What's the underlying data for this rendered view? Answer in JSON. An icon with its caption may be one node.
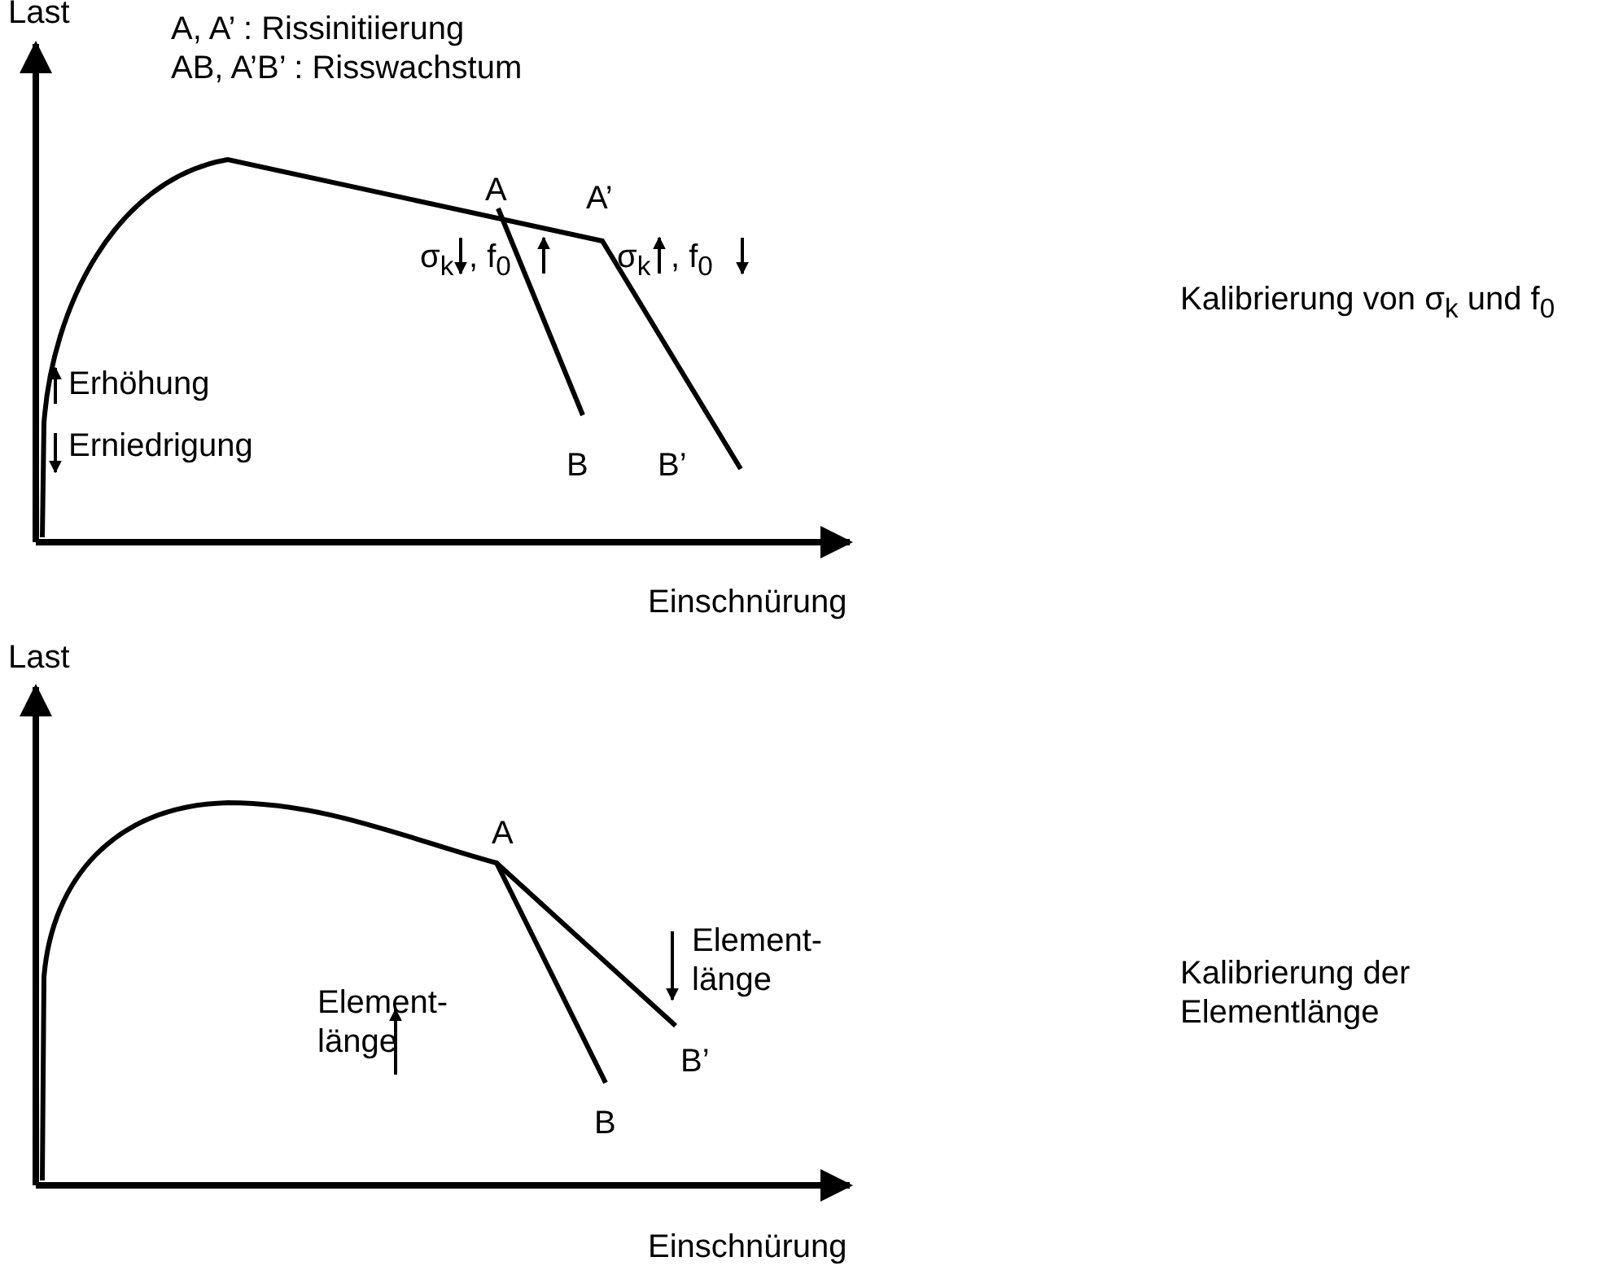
{
  "diagram": {
    "labels": [
      "Last",
      "A, A’ : Rissinitiierung",
      "AB, A’B’ : Risswachstum",
      "A",
      "A’",
      "σ$_{k}$",
      ", f$_{0}$",
      "σ$_{k}$",
      ", f$_{0}$",
      "Kalibrierung von σ$_{k}$ und f$_{0}$",
      "Erhöhung",
      "Erniedrigung",
      "B",
      "B’",
      "Einschnürung",
      "Last",
      "A",
      "Element- länge",
      "Kalibrierung der Elementlänge",
      "Element- länge",
      "B’",
      "B",
      "Einschnürung"
    ]
  }
}
